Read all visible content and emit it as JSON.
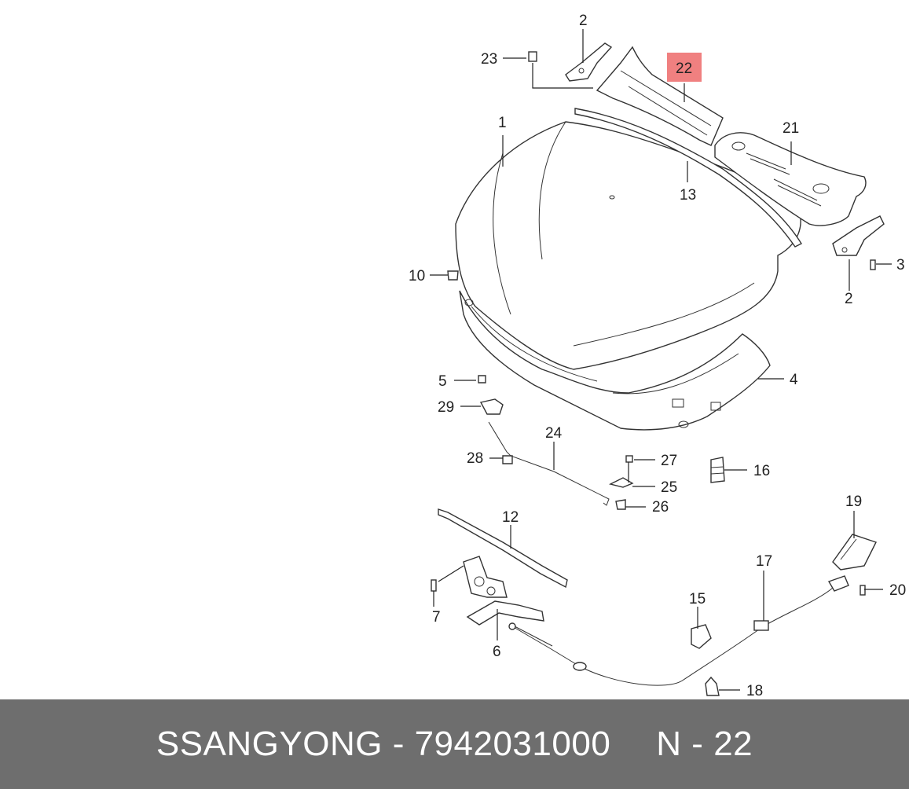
{
  "footer": {
    "brand": "SSANGYONG",
    "separator": " - ",
    "part_number": "7942031000",
    "ref_prefix": "N - ",
    "ref_number": "22"
  },
  "highlight_color": "#f08080",
  "callouts": [
    {
      "id": "c2a",
      "label": "2"
    },
    {
      "id": "c23",
      "label": "23"
    },
    {
      "id": "c22",
      "label": "22",
      "highlighted": true
    },
    {
      "id": "c1",
      "label": "1"
    },
    {
      "id": "c21",
      "label": "21"
    },
    {
      "id": "c13",
      "label": "13"
    },
    {
      "id": "c3",
      "label": "3"
    },
    {
      "id": "c10",
      "label": "10"
    },
    {
      "id": "c2b",
      "label": "2"
    },
    {
      "id": "c4",
      "label": "4"
    },
    {
      "id": "c5",
      "label": "5"
    },
    {
      "id": "c29",
      "label": "29"
    },
    {
      "id": "c24",
      "label": "24"
    },
    {
      "id": "c28",
      "label": "28"
    },
    {
      "id": "c27",
      "label": "27"
    },
    {
      "id": "c16",
      "label": "16"
    },
    {
      "id": "c25",
      "label": "25"
    },
    {
      "id": "c26",
      "label": "26"
    },
    {
      "id": "c19",
      "label": "19"
    },
    {
      "id": "c12",
      "label": "12"
    },
    {
      "id": "c17",
      "label": "17"
    },
    {
      "id": "c20",
      "label": "20"
    },
    {
      "id": "c7",
      "label": "7"
    },
    {
      "id": "c15",
      "label": "15"
    },
    {
      "id": "c6",
      "label": "6"
    },
    {
      "id": "c18",
      "label": "18"
    }
  ]
}
